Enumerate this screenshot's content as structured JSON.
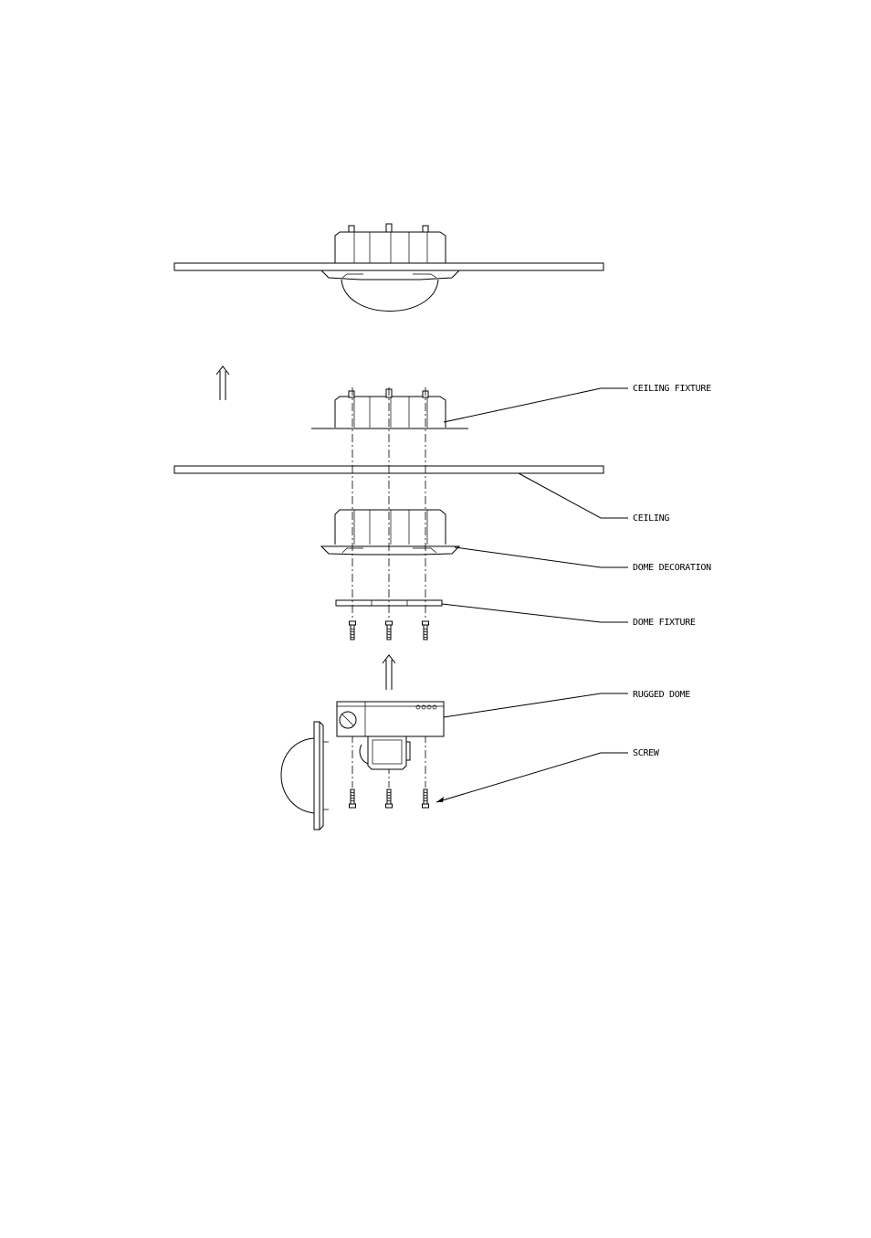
{
  "diagram": {
    "labels": {
      "ceiling_fixture": "CEILING FIXTURE",
      "ceiling": "CEILING",
      "dome_decoration": "DOME DECORATION",
      "dome_fixture": "DOME FIXTURE",
      "rugged_dome": "RUGGED DOME",
      "screw": "SCREW"
    },
    "line_color": "#000000",
    "background": "#ffffff"
  }
}
